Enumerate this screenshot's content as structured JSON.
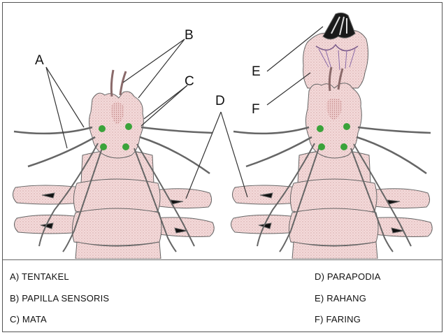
{
  "labels": {
    "a": "A",
    "b": "B",
    "c": "C",
    "d": "D",
    "e": "E",
    "f": "F"
  },
  "legend": {
    "a": "A) TENTAKEL",
    "b": "B) PAPILLA SENSORIS",
    "c": "C) MATA",
    "d": "D) PARAPODIA",
    "e": "E) RAHANG",
    "f": "F) FARING"
  },
  "colors": {
    "body": "#f1d4d4",
    "body_shade": "#d9a7a7",
    "eye": "#3aa33a",
    "outline": "#555555"
  }
}
